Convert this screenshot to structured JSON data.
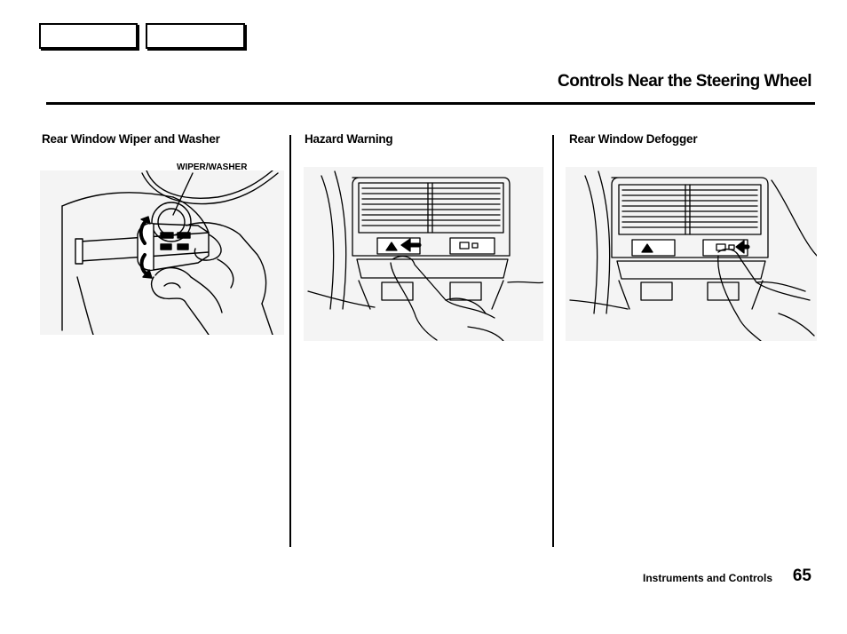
{
  "page": {
    "title": "Controls Near the Steering Wheel",
    "footer_section": "Instruments and Controls",
    "page_number": "65"
  },
  "nav": {
    "buttons": [
      {
        "label": ""
      },
      {
        "label": ""
      }
    ]
  },
  "sections": [
    {
      "heading": "Rear Window Wiper and Washer",
      "callout": "WIPER/WASHER",
      "illustration": "wiper-washer-switch"
    },
    {
      "heading": "Hazard Warning",
      "illustration": "hazard-warning-button"
    },
    {
      "heading": "Rear Window Defogger",
      "illustration": "rear-defogger-button"
    }
  ]
}
